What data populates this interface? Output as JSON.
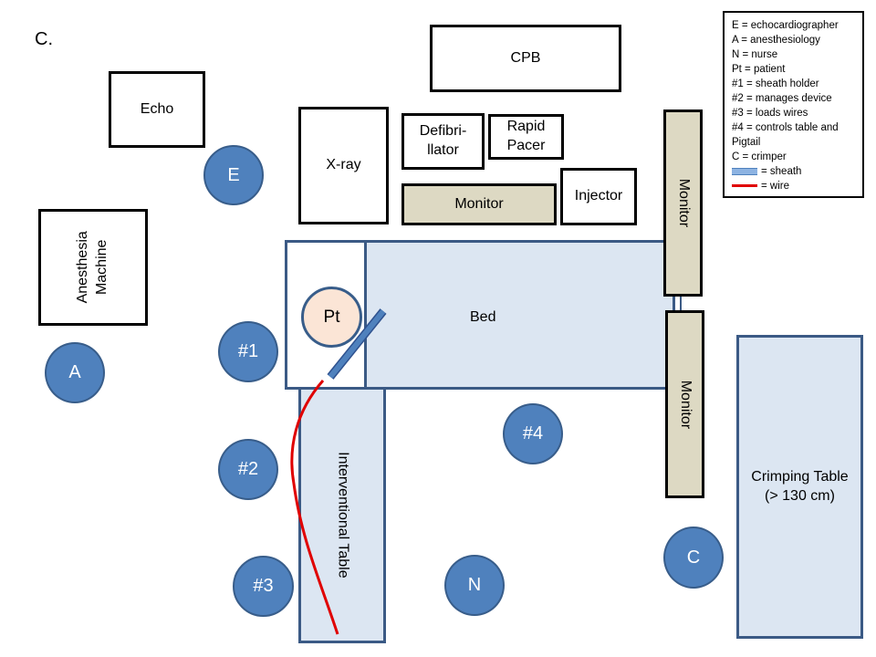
{
  "panel_label": "C.",
  "equipment": {
    "cpb": "CPB",
    "echo": "Echo",
    "xray": "X-ray",
    "defibrillator_line1": "Defibri-",
    "defibrillator_line2": "llator",
    "rapid_pacer_line1": "Rapid",
    "rapid_pacer_line2": "Pacer",
    "monitor_top": "Monitor",
    "injector": "Injector",
    "monitor_right_upper": "Monitor",
    "monitor_right_lower": "Monitor",
    "anesthesia_line1": "Anesthesia",
    "anesthesia_line2": "Machine",
    "bed": "Bed",
    "interventional_table": "Interventional Table",
    "crimping_table_line1": "Crimping Table",
    "crimping_table_line2": "(> 130 cm)"
  },
  "people": {
    "E": "E",
    "A": "A",
    "pt": "Pt",
    "n1": "#1",
    "n2": "#2",
    "n3": "#3",
    "n4": "#4",
    "N": "N",
    "C": "C"
  },
  "legend": {
    "items": [
      "E = echocardiographer",
      "A = anesthesiology",
      "N = nurse",
      "Pt = patient",
      "#1 = sheath holder",
      "#2 = manages device",
      "#3 = loads wires",
      "#4 = controls  table and",
      "Pigtail",
      "C = crimper"
    ],
    "sheath_label": "= sheath",
    "wire_label": "= wire"
  },
  "colors": {
    "person_fill": "#4f81bd",
    "patient_fill": "#fbe5d6",
    "table_fill": "#dce6f2",
    "monitor_fill": "#ddd9c3",
    "sheath": "#4f81bd",
    "wire": "#e00000"
  }
}
